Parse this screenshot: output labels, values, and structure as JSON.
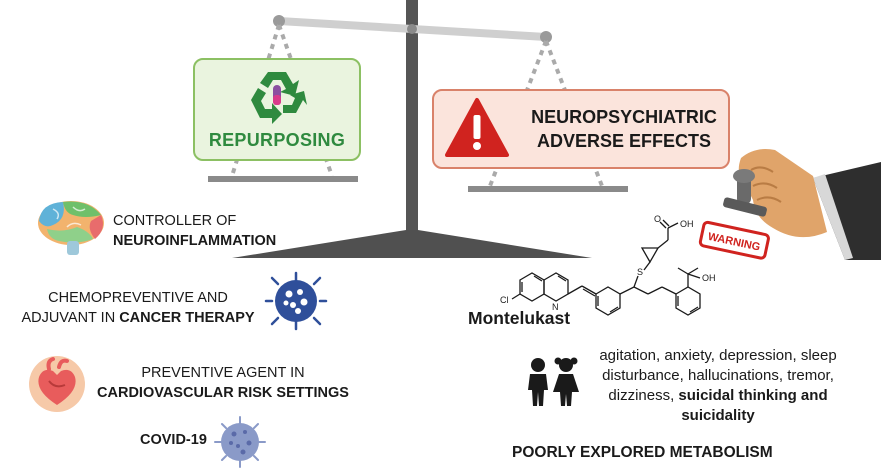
{
  "repurposing": {
    "label": "REPURPOSING",
    "icon": "recycle-capsule-icon",
    "accent": "#2f8a3f"
  },
  "adverse": {
    "line1": "NEUROPSYCHIATRIC",
    "line2": "ADVERSE EFFECTS",
    "icon": "warning-triangle-icon",
    "accent": "#d0231f"
  },
  "benefits": [
    {
      "icon": "brain-icon",
      "line1": "CONTROLLER OF",
      "line2": "NEUROINFLAMMATION"
    },
    {
      "icon": "cancer-cell-icon",
      "line1": "CHEMOPREVENTIVE AND",
      "line2_plain": "ADJUVANT IN ",
      "line2_bold": "CANCER THERAPY"
    },
    {
      "icon": "heart-icon",
      "line1": "PREVENTIVE AGENT IN",
      "line2": "CARDIOVASCULAR RISK SETTINGS"
    },
    {
      "icon": "virus-icon",
      "line1": "COVID-19"
    }
  ],
  "stamp": {
    "label": "WARNING",
    "icon": "stamp-hand-icon"
  },
  "molecule": {
    "name": "Montelukast",
    "oh": "OH",
    "oh2": "OH",
    "o": "O",
    "s": "S",
    "cl": "Cl",
    "n": "N"
  },
  "effects": {
    "line1": "agitation, anxiety, depression, sleep",
    "line2": "disturbance, hallucinations, tremor,",
    "line3_plain": "dizziness, ",
    "line3_bold": "suicidal thinking and",
    "line4_bold": "suicidality",
    "icon": "children-icon"
  },
  "metabolism": "POORLY EXPLORED METABOLISM"
}
